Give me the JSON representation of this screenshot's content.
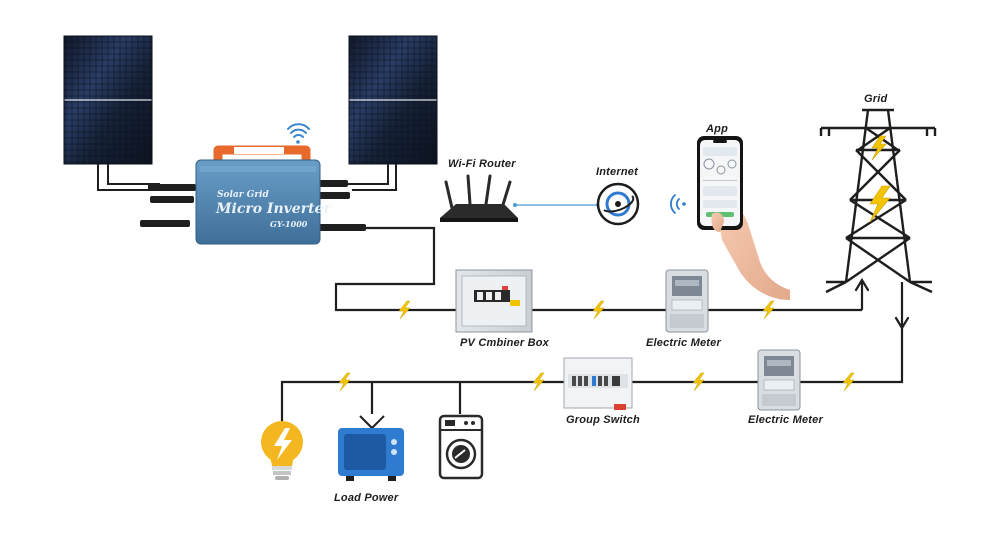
{
  "components": {
    "micro_inverter": {
      "line1": "Solar Grid",
      "line2": "Micro Inverter",
      "model": "GY-1000"
    }
  },
  "labels": {
    "wifi_router": "Wi-Fi Router",
    "internet": "Internet",
    "app": "App",
    "grid": "Grid",
    "pv_combiner_box": "PV Cmbiner Box",
    "electric_meter_top": "Electric Meter",
    "group_switch": "Group Switch",
    "electric_meter_bottom": "Electric Meter",
    "load_power": "Load Power"
  },
  "colors": {
    "wire": "#1f1f1f",
    "bolt": "#f2c500",
    "data_link": "#4a9bd8",
    "inverter_body": "#4f87b5",
    "inverter_handle": "#e8692c",
    "panel_cell": "#1a2740",
    "bulb": "#f5b71f",
    "tv": "#2f7bd0",
    "pylon": "#1e1e1e"
  }
}
